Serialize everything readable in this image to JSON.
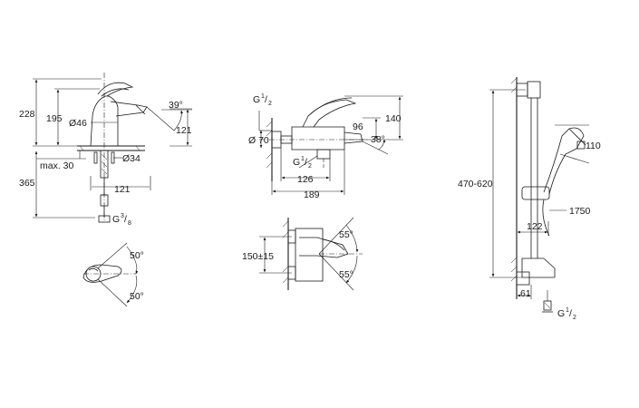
{
  "diagram": {
    "basin_mixer": {
      "dim_total_height": "228",
      "dim_spout_height": "195",
      "dim_body_diameter": "Ø46",
      "dim_spout_angle": "39°",
      "dim_spout_reach": "121",
      "dim_max_deck": "max. 30",
      "dim_hole_diameter": "Ø34",
      "dim_below_deck": "365",
      "dim_base_reach": "121",
      "connection_prefix": "G",
      "connection_sup": "3",
      "connection_slash": "/",
      "connection_sub": "8",
      "dim_lever_angle_top": "50°",
      "dim_lever_angle_bottom": "50°"
    },
    "bath_mixer": {
      "connection_top_prefix": "G",
      "connection_top_sup": "1",
      "connection_top_slash": "/",
      "connection_top_sub": "2",
      "dim_rosette_diameter": "Ø 70",
      "dim_lever_height": "140",
      "dim_spout_offset": "96",
      "dim_spout_angle": "38°",
      "connection_mid_prefix": "G",
      "connection_mid_sup": "1",
      "connection_mid_slash": "/",
      "connection_mid_sub": "2",
      "dim_depth": "126",
      "dim_total_depth": "189",
      "dim_centers": "150±15",
      "dim_lever_angle_top": "55°",
      "dim_lever_angle_bottom": "55°"
    },
    "shower_set": {
      "dim_rail_height": "470-620",
      "dim_handshower": "110",
      "dim_hose": "1750",
      "dim_bracket_width": "122",
      "dim_wall_offset": "61",
      "connection_prefix": "G",
      "connection_sup": "1",
      "connection_slash": "/",
      "connection_sub": "2"
    }
  }
}
